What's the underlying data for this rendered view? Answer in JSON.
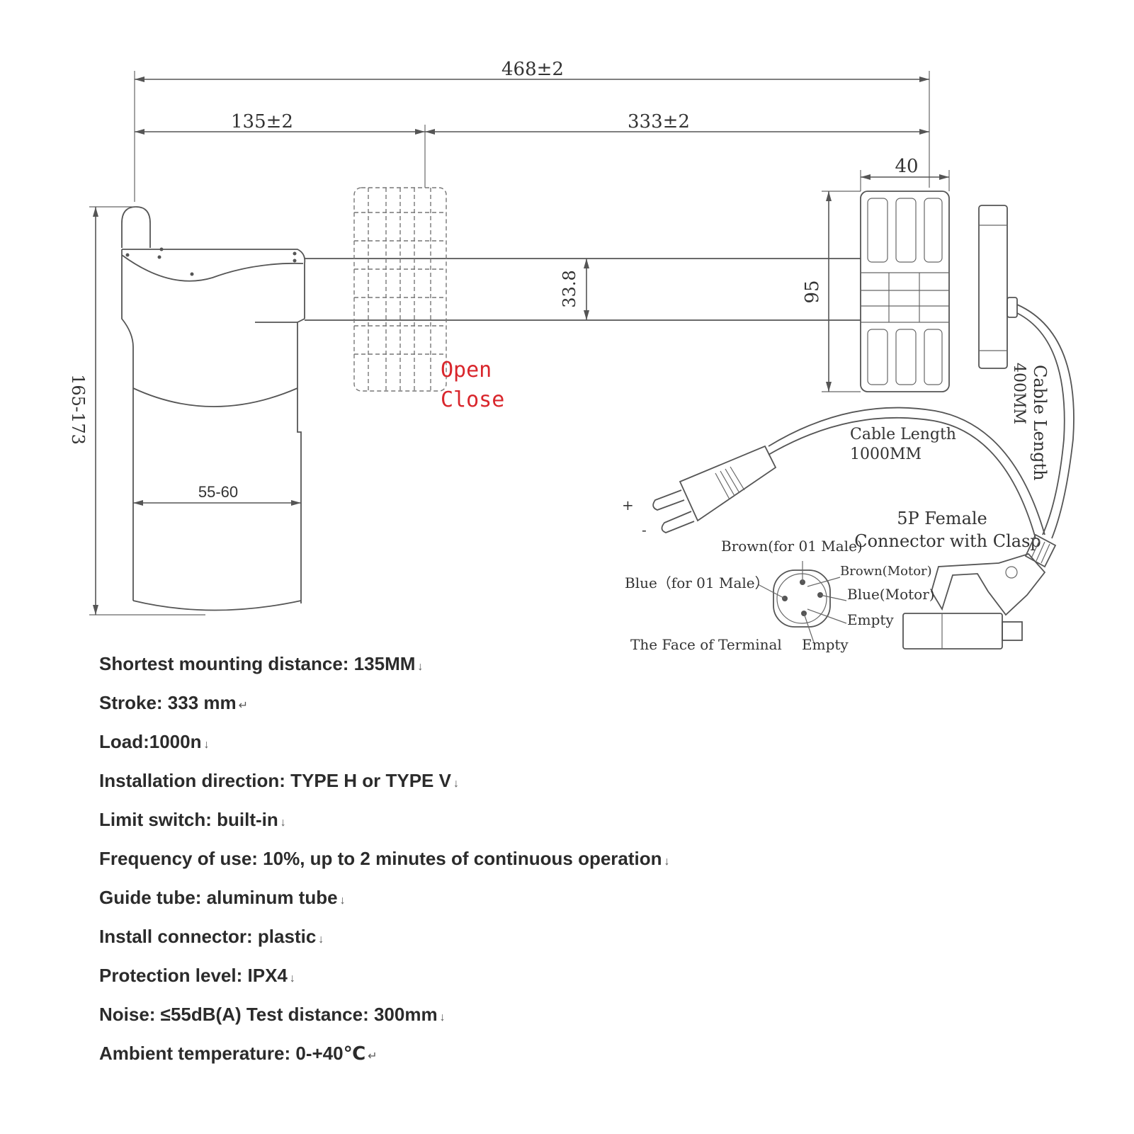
{
  "dimensions": {
    "total_length": "468±2",
    "mounting": "135±2",
    "stroke": "333±2",
    "rod_diameter": "33.8",
    "end_width": "40",
    "end_height": "95",
    "motor_height": "165-173",
    "motor_width": "55-60"
  },
  "labels": {
    "open": "Open",
    "close": "Close",
    "cable_400_line1": "Cable Length",
    "cable_400_line2": "400MM",
    "cable_1000_line1": "Cable Length",
    "cable_1000_line2": "1000MM",
    "connector_line1": "5P Female",
    "connector_line2": "Connector with Clasp",
    "plus": "+",
    "minus": "-",
    "brown_male": "Brown(for 01 Male)",
    "blue_male": "Blue（for 01 Male）",
    "brown_motor": "Brown(Motor)",
    "blue_motor": "Blue(Motor)",
    "empty_1": "Empty",
    "empty_2": "Empty",
    "face_terminal": "The Face of Terminal"
  },
  "specs": [
    "Shortest mounting distance: 135MM",
    "Stroke: 333 mm",
    "Load:1000n",
    "Installation direction: TYPE H or TYPE V",
    "Limit switch: built-in",
    "Frequency of use: 10%, up to 2 minutes of continuous operation",
    "Guide tube: aluminum tube",
    "Install connector: plastic",
    "Protection level: IPX4",
    "Noise: ≤55dB(A) Test distance: 300mm",
    "Ambient temperature: 0-+40℃"
  ],
  "colors": {
    "line": "#555555",
    "text": "#333333",
    "accent_red": "#d9262c",
    "spec_text": "#2b2b2b"
  }
}
